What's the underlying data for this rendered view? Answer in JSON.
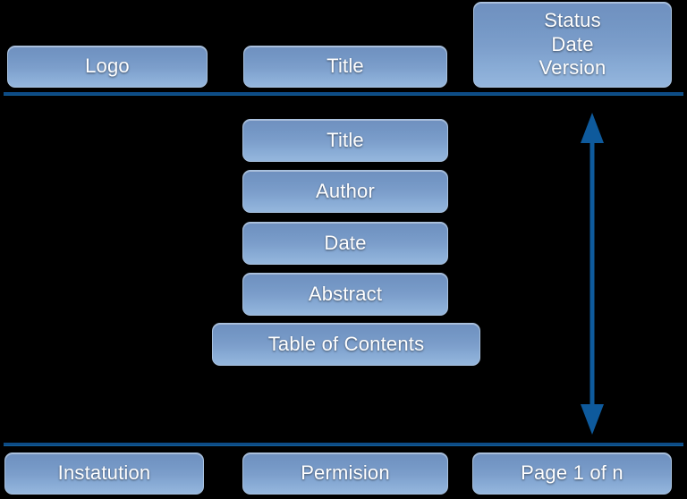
{
  "page": {
    "background_color": "#000000",
    "box_fill_top": "#6f90bf",
    "box_fill_bottom": "#95b6dd",
    "box_border_color": "#a9c2df",
    "rule_color": "#0d4b85",
    "arrow_color": "#0e5a9c",
    "text_color": "#ffffff"
  },
  "header": {
    "logo_label": "Logo",
    "title_label": "Title",
    "meta_lines": [
      "Status",
      "Date",
      "Version"
    ]
  },
  "body": {
    "items": [
      {
        "label": "Title"
      },
      {
        "label": "Author"
      },
      {
        "label": "Date"
      },
      {
        "label": "Abstract"
      },
      {
        "label": "Table of Contents"
      }
    ]
  },
  "footer": {
    "institution_label": "Instatution",
    "permission_label": "Permision",
    "page_label": "Page 1 of n"
  },
  "annotations": {
    "body_extent_arrow": "double-headed-vertical-arrow"
  }
}
